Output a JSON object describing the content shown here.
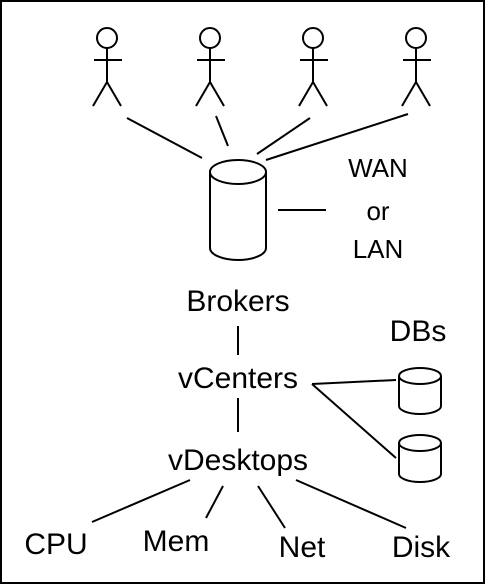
{
  "colors": {
    "stroke": "#000000",
    "background": "#ffffff"
  },
  "labels": {
    "network": [
      "WAN",
      "or",
      "LAN"
    ],
    "brokers": "Brokers",
    "vcenters": "vCenters",
    "dbs": "DBs",
    "vdesktops": "vDesktops",
    "cpu": "CPU",
    "mem": "Mem",
    "net": "Net",
    "disk": "Disk"
  }
}
